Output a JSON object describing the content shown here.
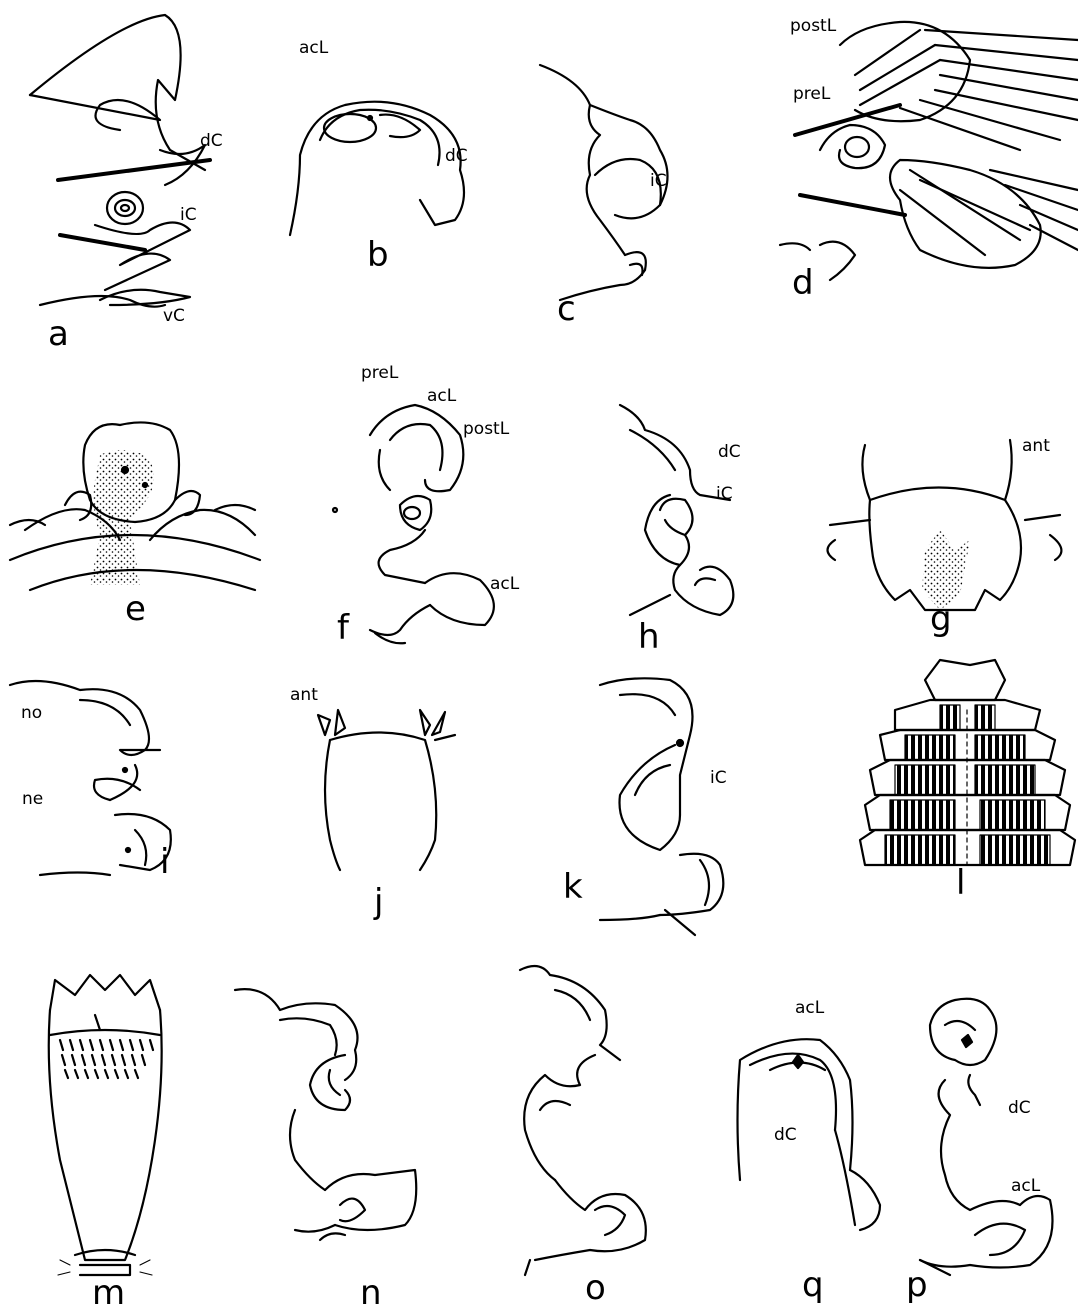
{
  "figure": {
    "panels": [
      {
        "id": "a",
        "letter": "a",
        "labels": [
          "dC",
          "iC",
          "vC"
        ]
      },
      {
        "id": "b",
        "letter": "b",
        "labels": [
          "acL",
          "dC"
        ]
      },
      {
        "id": "c",
        "letter": "c",
        "labels": [
          "iC"
        ]
      },
      {
        "id": "d",
        "letter": "d",
        "labels": [
          "postL",
          "preL"
        ]
      },
      {
        "id": "e",
        "letter": "e",
        "labels": []
      },
      {
        "id": "f",
        "letter": "f",
        "labels": [
          "preL",
          "acL",
          "postL",
          "acL"
        ]
      },
      {
        "id": "h",
        "letter": "h",
        "labels": [
          "dC",
          "iC"
        ]
      },
      {
        "id": "g",
        "letter": "g",
        "labels": [
          "ant"
        ]
      },
      {
        "id": "i",
        "letter": "i",
        "labels": [
          "no",
          "ne"
        ]
      },
      {
        "id": "j",
        "letter": "j",
        "labels": [
          "ant"
        ]
      },
      {
        "id": "k",
        "letter": "k",
        "labels": [
          "iC"
        ]
      },
      {
        "id": "l",
        "letter": "l",
        "labels": []
      },
      {
        "id": "m",
        "letter": "m",
        "labels": []
      },
      {
        "id": "n",
        "letter": "n",
        "labels": []
      },
      {
        "id": "o",
        "letter": "o",
        "labels": []
      },
      {
        "id": "q",
        "letter": "q",
        "labels": [
          "acL",
          "dC"
        ]
      },
      {
        "id": "p",
        "letter": "p",
        "labels": [
          "dC",
          "acL"
        ]
      }
    ]
  }
}
